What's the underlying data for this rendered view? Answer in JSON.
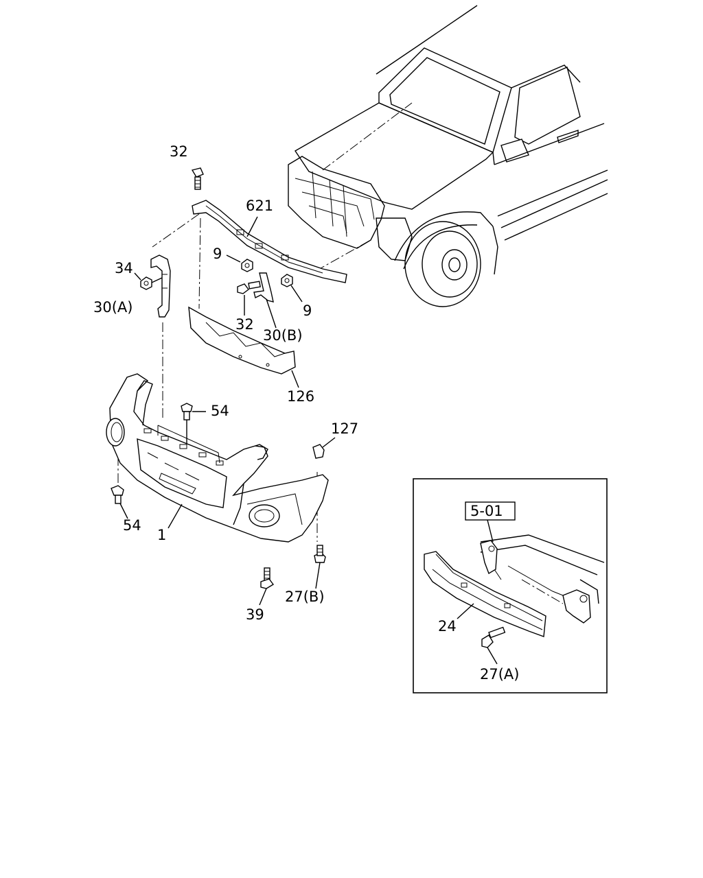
{
  "callouts": {
    "c32_top": "32",
    "c621": "621",
    "c9_left": "9",
    "c34": "34",
    "c30a": "30(A)",
    "c32_mid": "32",
    "c9_right": "9",
    "c30b": "30(B)",
    "c126": "126",
    "c54_top": "54",
    "c127": "127",
    "c54_left": "54",
    "c1": "1",
    "c27b": "27(B)",
    "c39": "39",
    "c24": "24",
    "c27a": "27(A)",
    "ref_box": "5-01"
  }
}
